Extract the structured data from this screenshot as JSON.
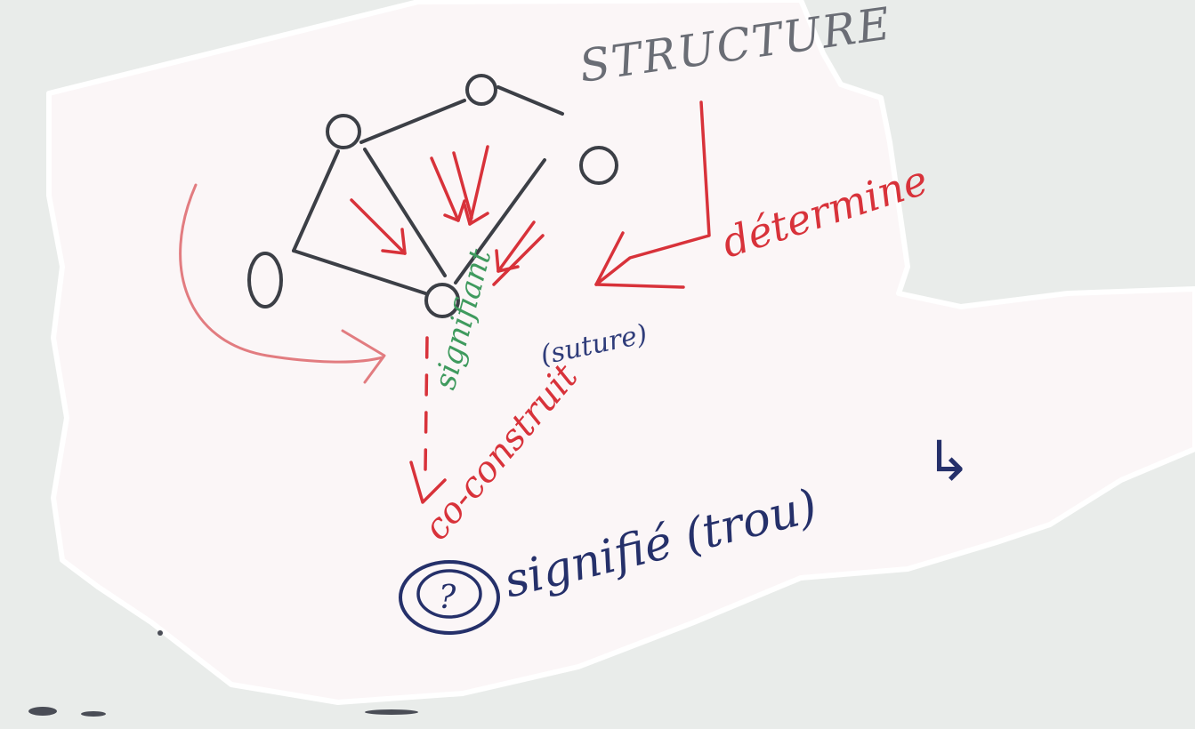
{
  "labels": {
    "structure": "STRUCTURE",
    "determine": "détermine",
    "signifiant": "signifiant",
    "suture": "(suture)",
    "co_construit": "co-construit",
    "signifie": "signifié (trou)",
    "question_mark": "?",
    "side_arrow": "↳"
  },
  "colors": {
    "paper": "#fbf6f7",
    "background": "#e9ecea",
    "ink_gray": "#3c3f46",
    "ink_red": "#d8323a",
    "ink_pink": "#e27c80",
    "ink_green": "#3f9a5e",
    "ink_blue": "#25306a"
  }
}
